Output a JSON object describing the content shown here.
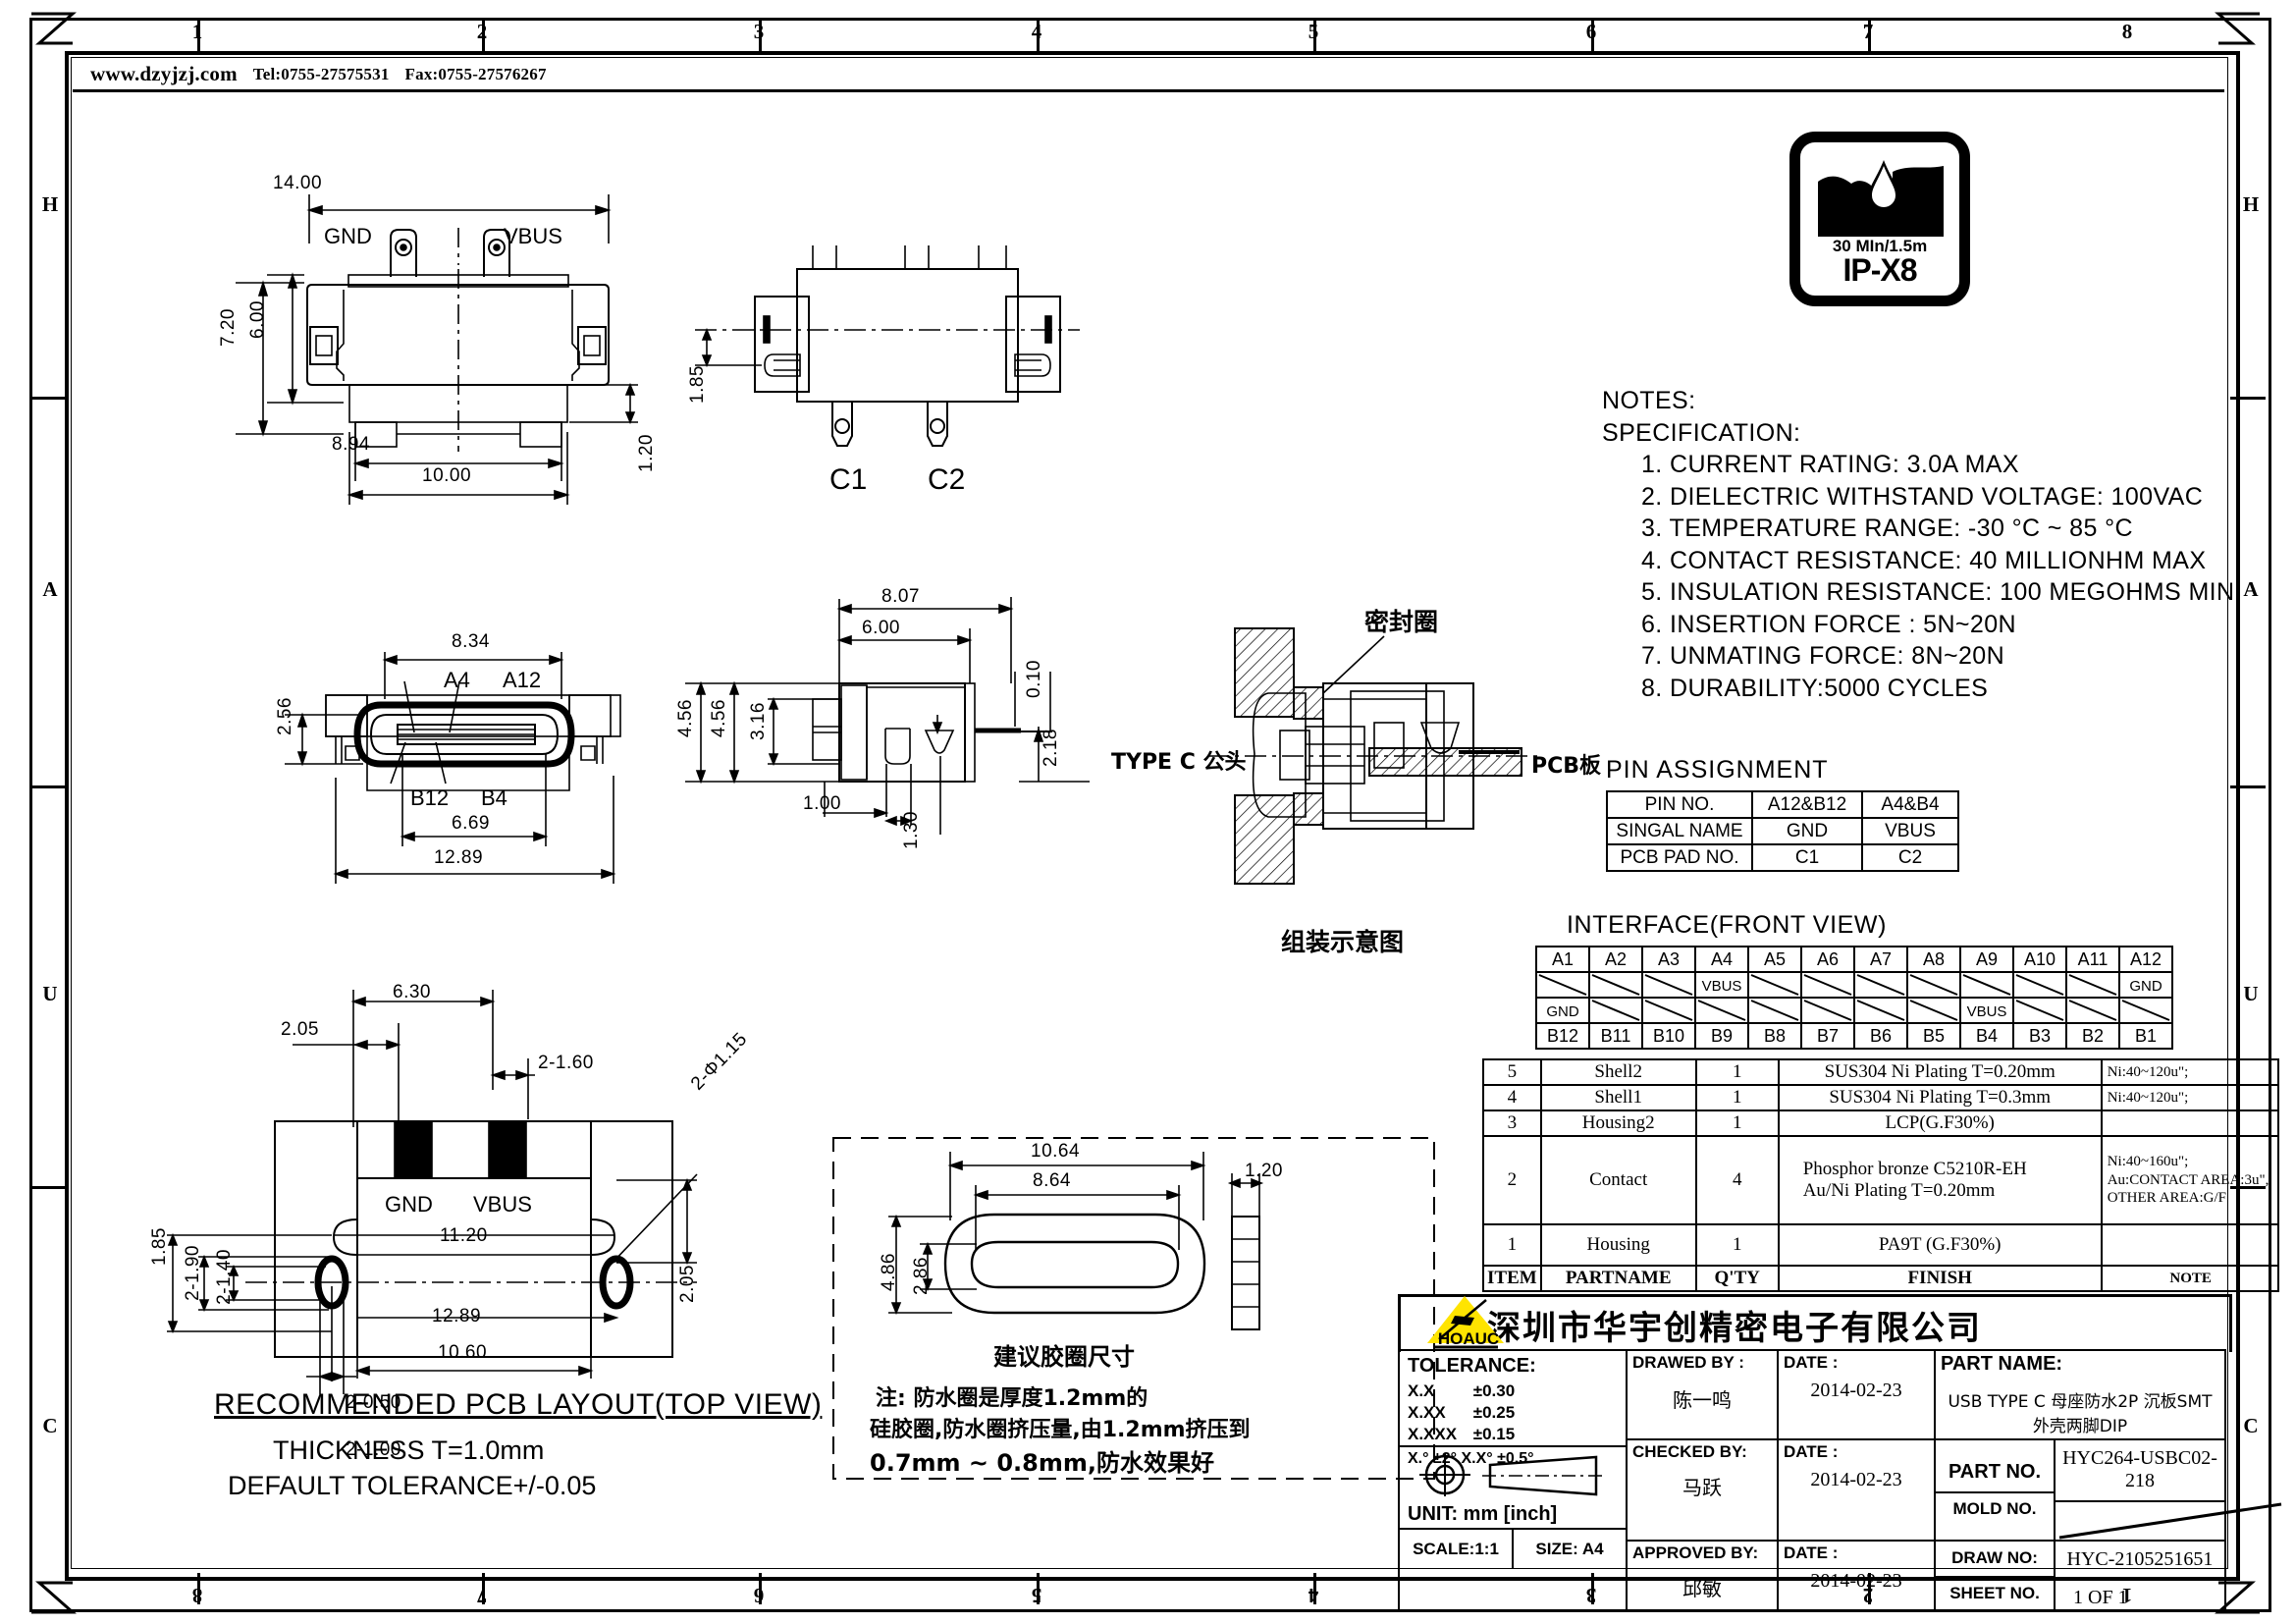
{
  "header": {
    "site": "www.dzyjzj.com",
    "tel": "Tel:0755-27575531",
    "fax": "Fax:0755-27576267"
  },
  "frame": {
    "columns": [
      "1",
      "2",
      "3",
      "4",
      "5",
      "6",
      "7",
      "8"
    ],
    "rows_right": [
      "H",
      "A",
      "U",
      "C"
    ],
    "rows_left": [
      "H",
      "A",
      "U",
      "C"
    ],
    "columns_bottom": [
      "8",
      "7",
      "6",
      "5",
      "4",
      "3",
      "2",
      "1"
    ]
  },
  "ipx8_badge": {
    "line1": "30 MIn/1.5m",
    "line2": "IP-X8",
    "icon": "water-drop-icon"
  },
  "notes": {
    "heading": "NOTES:",
    "subheading": "SPECIFICATION:",
    "items": [
      "1. CURRENT RATING: 3.0A MAX",
      "2. DIELECTRIC WITHSTAND VOLTAGE: 100VAC",
      "3. TEMPERATURE RANGE: -30 °C ~ 85 °C",
      "4. CONTACT RESISTANCE: 40 MILLIONHM MAX",
      "5. INSULATION RESISTANCE: 100 MEGOHMS MIN.",
      "6. INSERTION  FORCE :  5N~20N",
      "7. UNMATING  FORCE:  8N~20N",
      "8. DURABILITY:5000  CYCLES"
    ]
  },
  "pin_assignment": {
    "title": "PIN  ASSIGNMENT",
    "rows": [
      [
        "PIN  NO.",
        "A12&B12",
        "A4&B4"
      ],
      [
        "SINGAL NAME",
        "GND",
        "VBUS"
      ],
      [
        "PCB PAD NO.",
        "C1",
        "C2"
      ]
    ]
  },
  "interface": {
    "title": "INTERFACE(FRONT VIEW)",
    "a_row": [
      "A1",
      "A2",
      "A3",
      "A4",
      "A5",
      "A6",
      "A7",
      "A8",
      "A9",
      "A10",
      "A11",
      "A12"
    ],
    "a_signals": [
      "",
      "",
      "",
      "VBUS",
      "",
      "",
      "",
      "",
      "",
      "",
      "",
      "GND"
    ],
    "b_signals": [
      "GND",
      "",
      "",
      "",
      "",
      "",
      "",
      "",
      "VBUS",
      "",
      "",
      ""
    ],
    "b_row": [
      "B12",
      "B11",
      "B10",
      "B9",
      "B8",
      "B7",
      "B6",
      "B5",
      "B4",
      "B3",
      "B2",
      "B1"
    ]
  },
  "bom": {
    "header": [
      "ITEM",
      "PARTNAME",
      "Q'TY",
      "FINISH",
      "NOTE"
    ],
    "rows": [
      {
        "item": "5",
        "part": "Shell2",
        "qty": "1",
        "finish": "SUS304 Ni  Plating T=0.20mm",
        "note": "Ni:40~120u\";"
      },
      {
        "item": "4",
        "part": "Shell1",
        "qty": "1",
        "finish": "SUS304 Ni  Plating T=0.3mm",
        "note": "Ni:40~120u\";"
      },
      {
        "item": "3",
        "part": "Housing2",
        "qty": "1",
        "finish": "LCP(G.F30%)",
        "note": ""
      },
      {
        "item": "2",
        "part": "Contact",
        "qty": "4",
        "finish": "Phosphor bronze C5210R-EH\nAu/Ni  Plating  T=0.20mm",
        "note": "Ni:40~160u\";\nAu:CONTACT AREA:3u\",\nOTHER AREA:G/F"
      },
      {
        "item": "1",
        "part": "Housing",
        "qty": "1",
        "finish": "PA9T  (G.F30%)",
        "note": ""
      }
    ]
  },
  "company": {
    "name": "深圳市华宇创精密电子有限公司",
    "logo_text": "HOAUC",
    "logo_color": "#ffe400"
  },
  "title_block": {
    "tolerance_label": "TOLERANCE:",
    "tolerance_rows": [
      {
        "k": "X.X",
        "v": "±0.30"
      },
      {
        "k": "X.XX",
        "v": "±0.25"
      },
      {
        "k": "X.XXX",
        "v": "±0.15"
      }
    ],
    "angle_tol": "X.° ±2°        X.X° ±0.5°",
    "unit": "UNIT: mm [inch]",
    "scale": "SCALE:1:1",
    "size": "SIZE: A4",
    "drawed_by_label": "DRAWED BY :",
    "drawed_by": "陈一鸣",
    "drawed_date_label": "DATE :",
    "drawed_date": "2014-02-23",
    "checked_by_label": "CHECKED BY:",
    "checked_by": "马跃",
    "checked_date_label": "DATE :",
    "checked_date": "2014-02-23",
    "approved_by_label": "APPROVED BY:",
    "approved_by": "邱敏",
    "approved_date_label": "DATE :",
    "approved_date": "2014-02-23",
    "part_name_label": "PART NAME:",
    "part_name": "USB TYPE C 母座防水2P 沉板SMT 外壳两脚DIP",
    "part_no_label": "PART NO.",
    "part_no": "HYC264-USBC02-218",
    "mold_no_label": "MOLD NO.",
    "mold_no": "",
    "draw_no_label": "DRAW NO:",
    "draw_no": "HYC-2105251651",
    "sheet_no_label": "SHEET NO.",
    "sheet_no": "1 OF 1"
  },
  "views": {
    "top_view": {
      "labels": {
        "gnd": "GND",
        "vbus": "VBUS"
      },
      "dims": {
        "w14": "14.00",
        "h720": "7.20",
        "h600": "6.00",
        "w894": "8.94",
        "w1000": "10.00",
        "h120": "1.20"
      }
    },
    "rear_view": {
      "labels": {
        "c1": "C1",
        "c2": "C2"
      },
      "dims": {
        "h185": "1.85"
      }
    },
    "front_view": {
      "labels": {
        "a4": "A4",
        "a12": "A12",
        "b12": "B12",
        "b4": "B4"
      },
      "dims": {
        "w834": "8.34",
        "w669": "6.69",
        "w1289": "12.89",
        "h256": "2.56"
      }
    },
    "side_view": {
      "dims": {
        "w807": "8.07",
        "w600": "6.00",
        "h456a": "4.56",
        "h456b": "4.56",
        "h316": "3.16",
        "w100": "1.00",
        "h130": "1.30",
        "h010": "0.10",
        "h218": "2.18"
      }
    },
    "assembly": {
      "title": "组装示意图",
      "label_seal": "密封圈",
      "label_plug": "TYPE C 公头",
      "label_pcb": "PCB板"
    },
    "pcb_layout": {
      "title": "RECOMMENDED  PCB  LAYOUT(TOP  VIEW)",
      "sub1": "THICKNESS T=1.0mm",
      "sub2": "DEFAULT TOLERANCE+/-0.05",
      "labels": {
        "gnd": "GND",
        "vbus": "VBUS"
      },
      "dims": {
        "w630": "6.30",
        "w205": "2.05",
        "d160": "2-1.60",
        "d115": "2-Φ1.15",
        "w1120": "11.20",
        "w1289": "12.89",
        "w1060": "10.60",
        "h205": "2.05",
        "h185": "1.85",
        "d190": "2-1.90",
        "d140": "2-1.40",
        "d050": "2-0.50",
        "d100": "2-1.00"
      }
    },
    "gasket": {
      "title": "建议胶圈尺寸",
      "dims": {
        "w1064": "10.64",
        "w864": "8.64",
        "h486": "4.86",
        "h286": "2.86",
        "t120": "1.20"
      },
      "note_lines": [
        "注: 防水圈是厚度1.2mm的",
        "硅胶圈,防水圈挤压量,由1.2mm挤压到",
        "0.7mm ~ 0.8mm,防水效果好"
      ]
    }
  }
}
